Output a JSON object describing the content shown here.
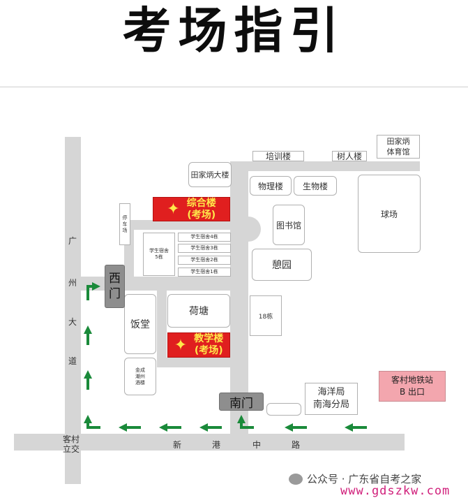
{
  "title": "考场指引",
  "roads": {
    "guangzhou_avenue": [
      "广",
      "州",
      "大",
      "道"
    ],
    "xingang_road": [
      "新",
      "港",
      "中",
      "路"
    ],
    "kecun_interchange": "客村\n立交"
  },
  "buildings": {
    "tianjiabing_sports": "田家炳\n体育馆",
    "training": "培训楼",
    "shuren": "树人楼",
    "tianjiabing_building": "田家炳大楼",
    "physics": "物理楼",
    "biology": "生物楼",
    "library": "图书馆",
    "stadium": "球场",
    "parking": "停\n车\n场",
    "dorm5": "学生宿舍\n5栋",
    "dorm4": "学生宿舍4栋",
    "dorm3": "学生宿舍3栋",
    "dorm2": "学生宿舍2栋",
    "dorm1": "学生宿舍1栋",
    "garden": "憩园",
    "pond": "荷塘",
    "canteen": "饭堂",
    "building18": "18栋",
    "jincheng": "金成\n潮州\n酒楼",
    "ocean_bureau": "海洋局\n南海分局"
  },
  "exam_sites": {
    "zonghe": {
      "line1": "综合楼",
      "line2": "(考场)"
    },
    "jiaoxue": {
      "line1": "教学楼",
      "line2": "(考场)"
    }
  },
  "gates": {
    "west": "西\n门",
    "south": "南门"
  },
  "metro": {
    "line1": "客村地铁站",
    "line2": "B 出口"
  },
  "watermark": {
    "account": "公众号 · 广东省自考之家",
    "url": "www.gdszkw.com"
  },
  "colors": {
    "exam": "#e01f1f",
    "exam_text": "#ffe94a",
    "arrow": "#1a8a3a",
    "metro": "#f3a6ae",
    "road": "#d6d6d6",
    "gate": "#8e8e8e"
  },
  "icons": {
    "star": "star-icon",
    "arrow": "green-arrow-icon",
    "wechat": "wechat-icon"
  }
}
